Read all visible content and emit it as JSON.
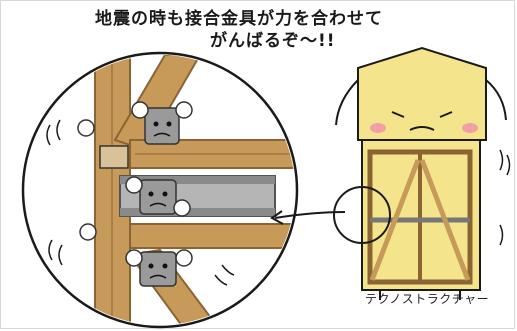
{
  "caption": {
    "line1": "地震の時も接合金具が力を合わせて",
    "line2": "がんばるぞ〜!!"
  },
  "label": {
    "product_name": "テクノストラクチャー"
  },
  "colors": {
    "wood": "#c89a5a",
    "wood_dark": "#8a6432",
    "metal": "#9a9a9a",
    "house": "#f4e48c",
    "cheek": "#f2a0a8",
    "ink": "#1a1a1a"
  }
}
